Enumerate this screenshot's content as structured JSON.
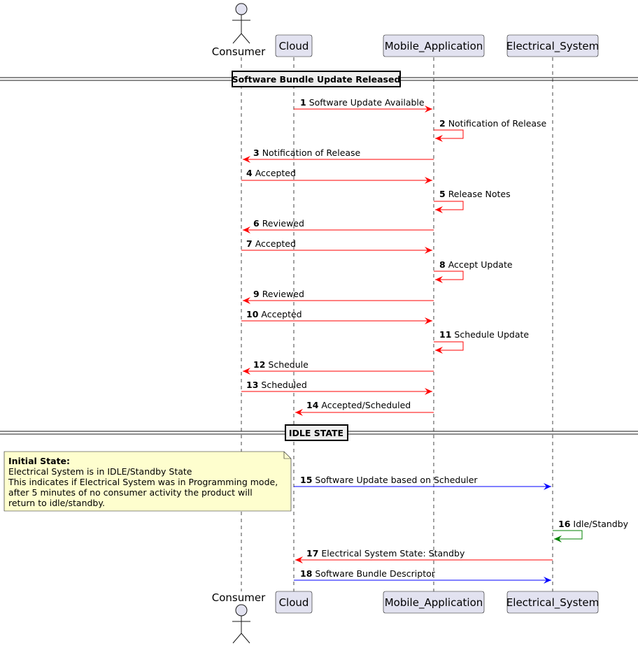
{
  "participants": {
    "consumer": "Consumer",
    "cloud": "Cloud",
    "mobile": "Mobile_Application",
    "electrical": "Electrical_System"
  },
  "dividers": {
    "software_bundle": "Software Bundle Update Released",
    "idle_state": "IDLE STATE"
  },
  "messages": [
    {
      "num": "1",
      "text": "Software Update Available",
      "from": "cloud",
      "to": "mobile",
      "color": "#ff0000"
    },
    {
      "num": "2",
      "text": "Notification of Release",
      "from": "mobile",
      "to": "mobile",
      "color": "#ff0000"
    },
    {
      "num": "3",
      "text": "Notification of Release",
      "from": "mobile",
      "to": "consumer",
      "color": "#ff0000"
    },
    {
      "num": "4",
      "text": "Accepted",
      "from": "consumer",
      "to": "mobile",
      "color": "#ff0000"
    },
    {
      "num": "5",
      "text": "Release Notes",
      "from": "mobile",
      "to": "mobile",
      "color": "#ff0000"
    },
    {
      "num": "6",
      "text": "Reviewed",
      "from": "mobile",
      "to": "consumer",
      "color": "#ff0000"
    },
    {
      "num": "7",
      "text": "Accepted",
      "from": "consumer",
      "to": "mobile",
      "color": "#ff0000"
    },
    {
      "num": "8",
      "text": "Accept Update",
      "from": "mobile",
      "to": "mobile",
      "color": "#ff0000"
    },
    {
      "num": "9",
      "text": "Reviewed",
      "from": "mobile",
      "to": "consumer",
      "color": "#ff0000"
    },
    {
      "num": "10",
      "text": "Accepted",
      "from": "consumer",
      "to": "mobile",
      "color": "#ff0000"
    },
    {
      "num": "11",
      "text": "Schedule Update",
      "from": "mobile",
      "to": "mobile",
      "color": "#ff0000"
    },
    {
      "num": "12",
      "text": "Schedule",
      "from": "mobile",
      "to": "consumer",
      "color": "#ff0000"
    },
    {
      "num": "13",
      "text": "Scheduled",
      "from": "consumer",
      "to": "mobile",
      "color": "#ff0000"
    },
    {
      "num": "14",
      "text": "Accepted/Scheduled",
      "from": "mobile",
      "to": "cloud",
      "color": "#ff0000"
    },
    {
      "num": "15",
      "text": "Software Update based on Scheduler",
      "from": "cloud",
      "to": "electrical",
      "color": "#0000ff"
    },
    {
      "num": "16",
      "text": "Idle/Standby",
      "from": "electrical",
      "to": "electrical",
      "color": "#008000"
    },
    {
      "num": "17",
      "text": "Electrical System State: Standby",
      "from": "electrical",
      "to": "cloud",
      "color": "#ff0000"
    },
    {
      "num": "18",
      "text": "Software Bundle Descriptor",
      "from": "cloud",
      "to": "electrical",
      "color": "#0000ff"
    }
  ],
  "note": {
    "title": "Initial State:",
    "lines": [
      "Electrical System is in IDLE/Standby State",
      "This indicates if Electrical System was in Programming mode,",
      "after 5 minutes of no consumer activity the product will",
      "return to idle/standby."
    ]
  },
  "colors": {
    "participant_fill": "#e2e2f0",
    "participant_border": "#181818",
    "note_fill": "#fefece",
    "lifeline": "#181818"
  }
}
